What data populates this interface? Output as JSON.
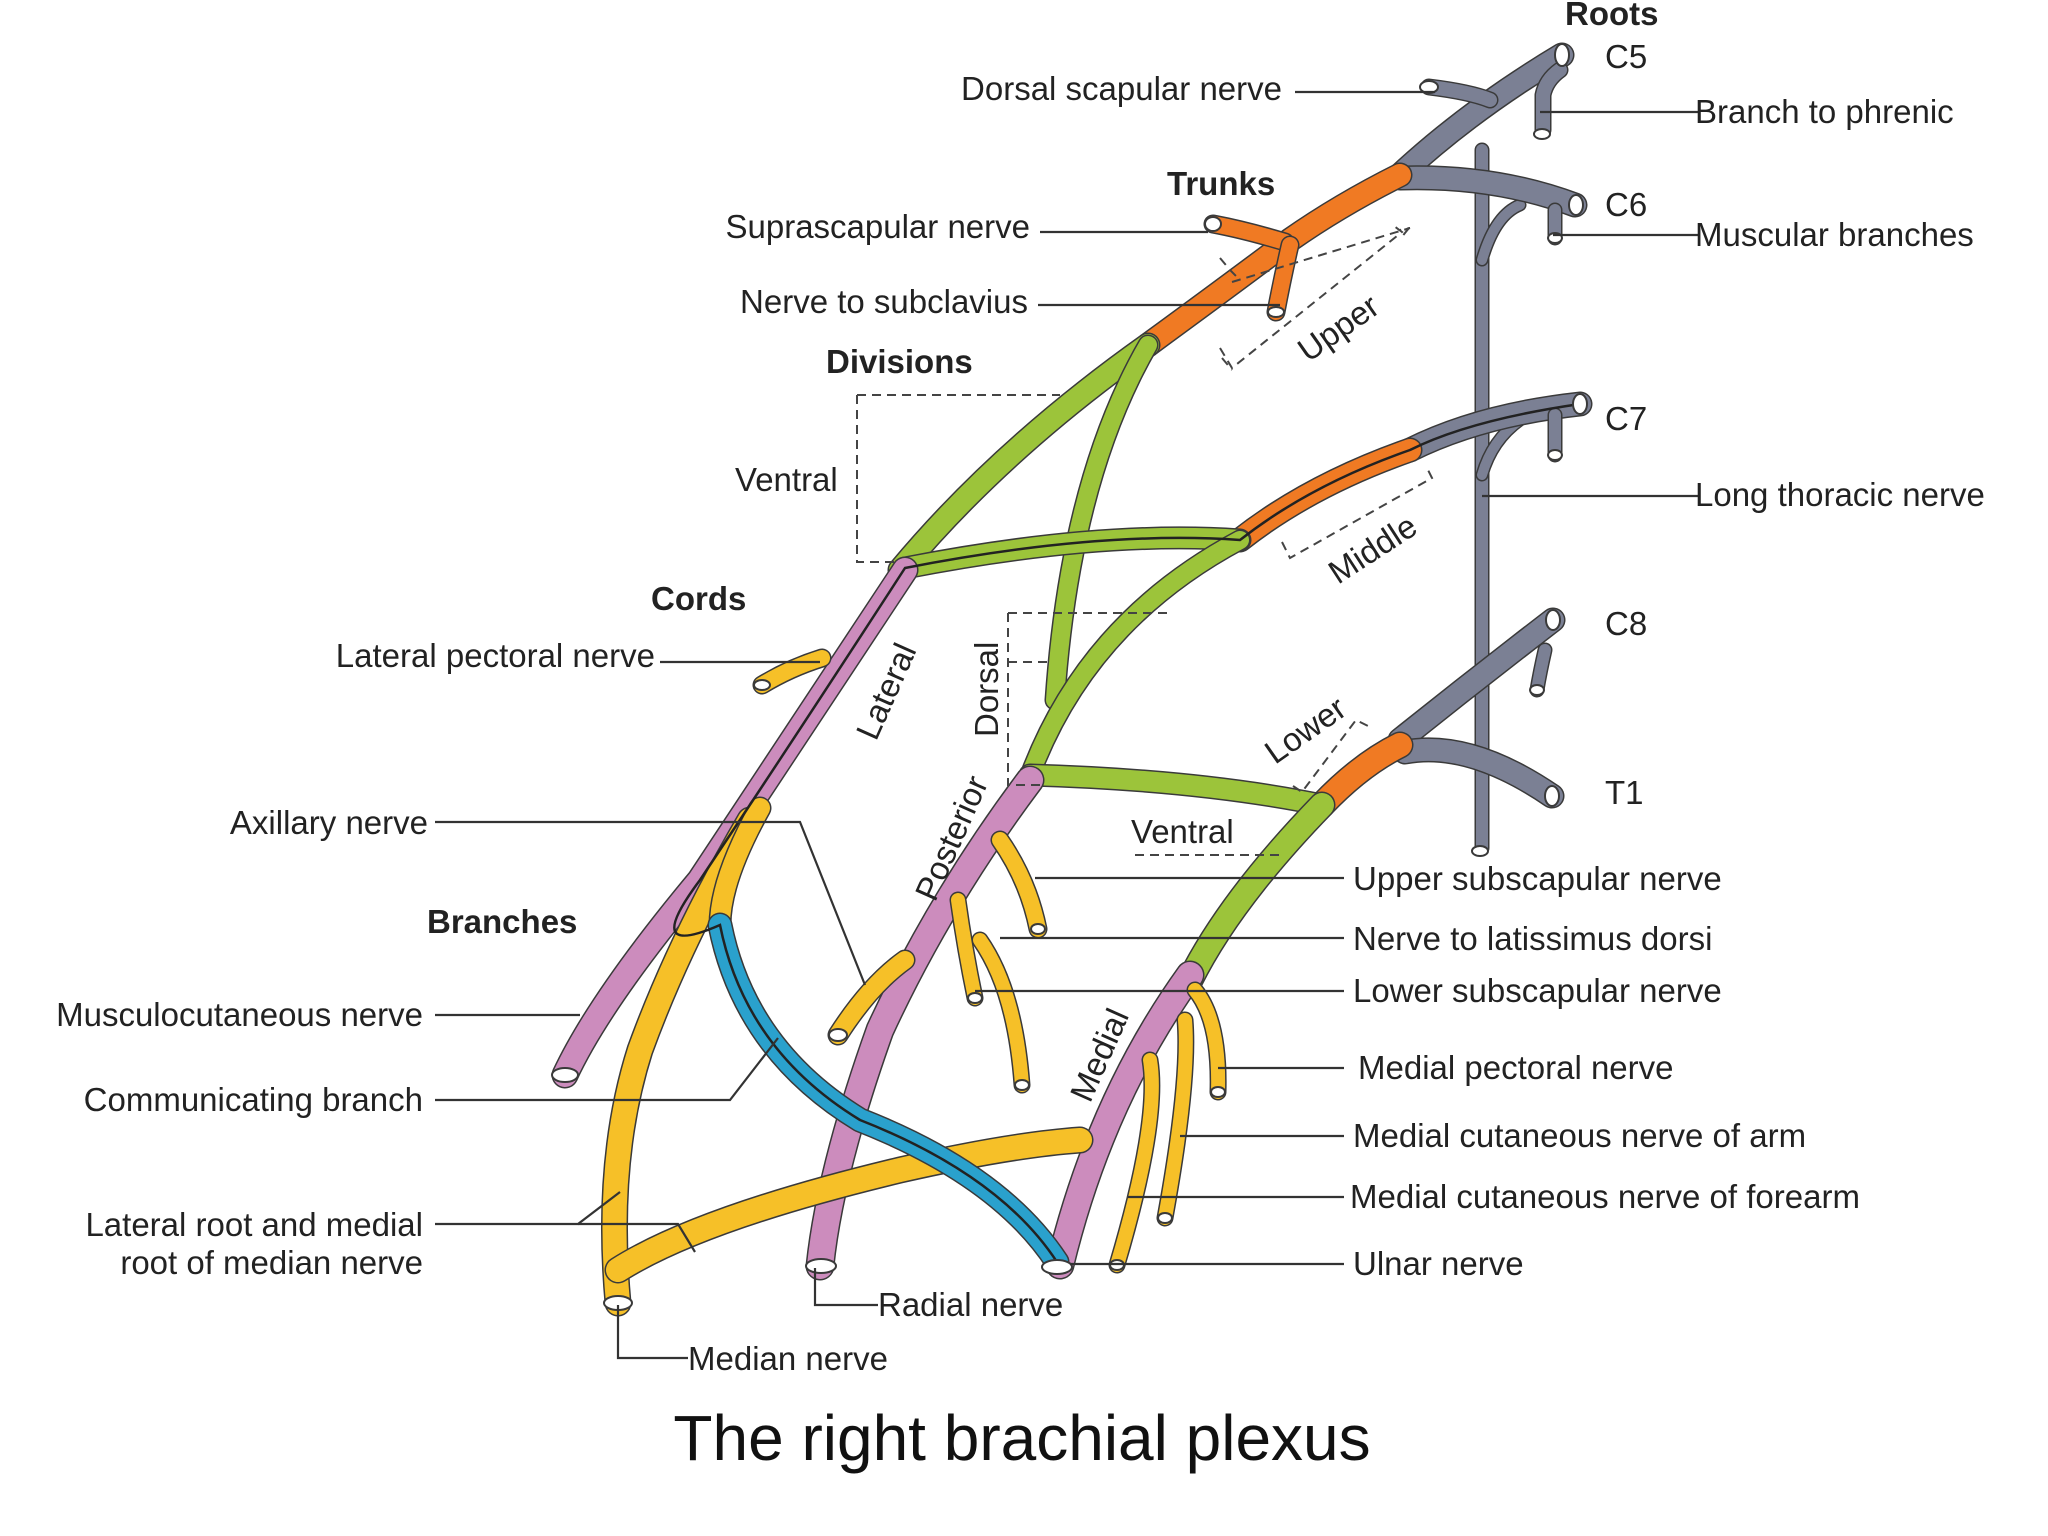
{
  "title": "The right brachial plexus",
  "headers": {
    "roots": "Roots",
    "trunks": "Trunks",
    "divisions": "Divisions",
    "cords": "Cords",
    "branches": "Branches"
  },
  "roots": [
    "C5",
    "C6",
    "C7",
    "C8",
    "T1"
  ],
  "trunks": {
    "upper": "Upper",
    "middle": "Middle",
    "lower": "Lower"
  },
  "divisions": {
    "ventral_1": "Ventral",
    "dorsal": "Dorsal",
    "ventral_2": "Ventral"
  },
  "cords": {
    "lateral": "Lateral",
    "posterior": "Posterior",
    "medial": "Medial"
  },
  "labels": {
    "dorsal_scapular": "Dorsal scapular nerve",
    "suprascapular": "Suprascapular nerve",
    "subclavius": "Nerve to subclavius",
    "phrenic": "Branch to phrenic",
    "muscular": "Muscular branches",
    "long_thoracic": "Long thoracic nerve",
    "lateral_pectoral": "Lateral pectoral nerve",
    "axillary": "Axillary nerve",
    "musculocutaneous": "Musculocutaneous nerve",
    "communicating": "Communicating branch",
    "median_roots_1": "Lateral root and medial",
    "median_roots_2": "root of median nerve",
    "median": "Median nerve",
    "radial": "Radial nerve",
    "upper_subscapular": "Upper subscapular nerve",
    "latissimus": "Nerve to latissimus dorsi",
    "lower_subscapular": "Lower subscapular nerve",
    "medial_pectoral": "Medial pectoral nerve",
    "med_cut_arm": "Medial cutaneous nerve of arm",
    "med_cut_forearm": "Medial cutaneous nerve of forearm",
    "ulnar": "Ulnar nerve"
  },
  "colors": {
    "root": "#7b8094",
    "trunk": "#f07a23",
    "division": "#9cc43a",
    "cord": "#cc8cbd",
    "branch": "#f6c028",
    "communicating": "#2aa1cd"
  }
}
